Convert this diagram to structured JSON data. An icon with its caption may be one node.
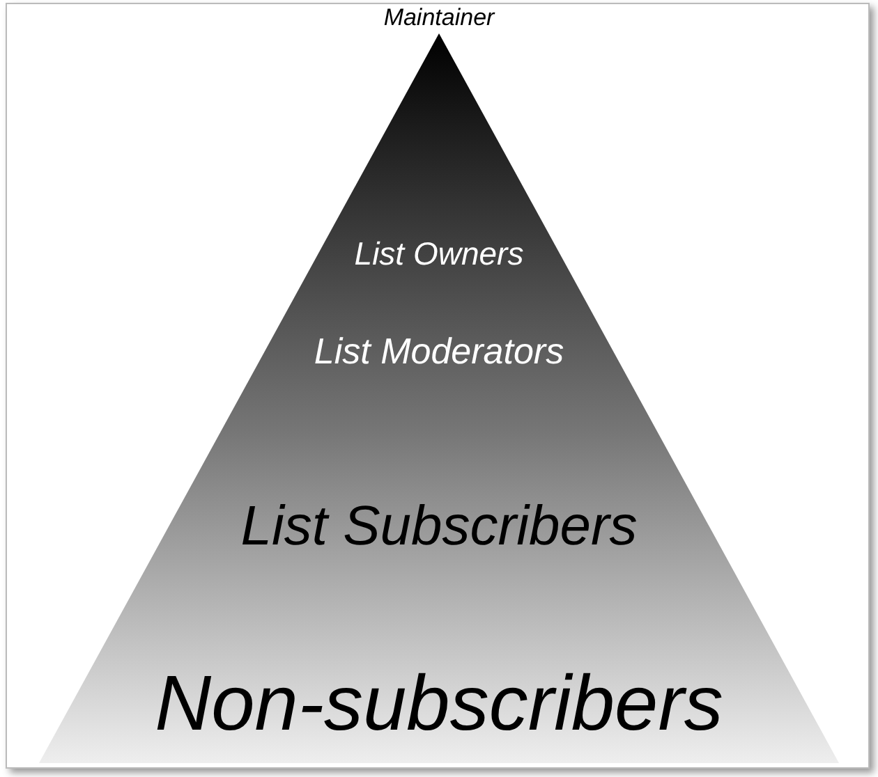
{
  "diagram": {
    "nodes": [
      {
        "text": [
          "Maintainer",
          "List Owners",
          "List Moderators",
          "List Subscribers",
          "Non-subscribers"
        ]
      }
    ]
  }
}
